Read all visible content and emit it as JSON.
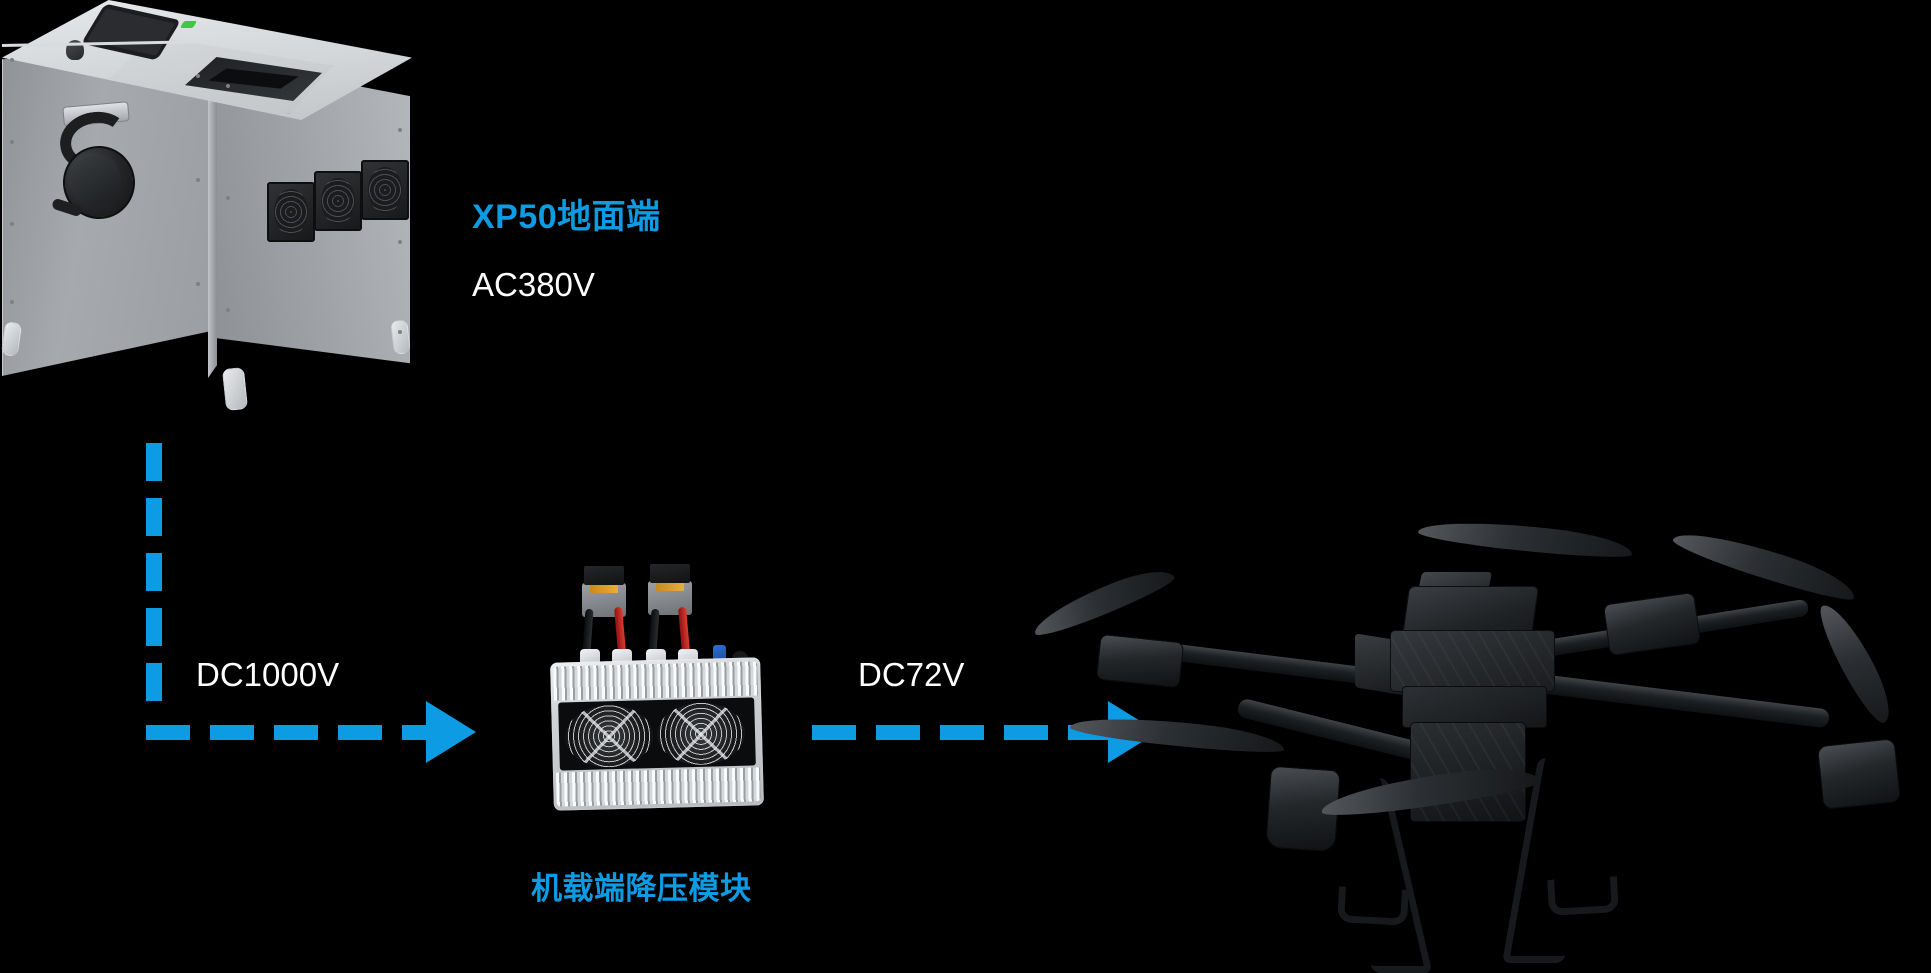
{
  "meta": {
    "diagram_title": "XP50 tethered drone power system diagram",
    "background_color": "#000000",
    "accent_color": "#0D9BE3",
    "text_color": "#FFFFFF"
  },
  "ground_station": {
    "title": "XP50地面端",
    "subtitle": "AC380V",
    "icon": "ground-power-cabinet"
  },
  "module": {
    "title": "机载端降压模块",
    "icon": "airborne-step-down-module"
  },
  "drone": {
    "icon": "tethered-quadcopter-drone"
  },
  "flows": [
    {
      "label": "DC1000V",
      "from": "ground_station",
      "to": "module"
    },
    {
      "label": "DC72V",
      "from": "module",
      "to": "drone"
    }
  ],
  "labels": {
    "dc1000v": "DC1000V",
    "dc72v": "DC72V"
  }
}
